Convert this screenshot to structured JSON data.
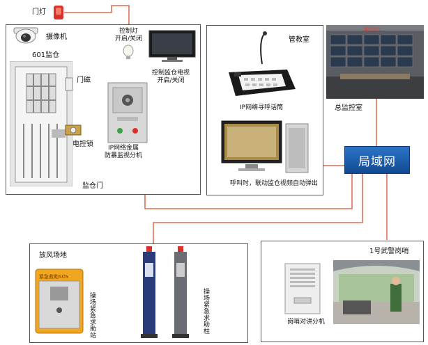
{
  "cell": {
    "name": "601监仓",
    "door_label": "监仓门",
    "items": {
      "door_light": "门灯",
      "camera": "摄像机",
      "control_light": "控制灯\n开启/关闭",
      "control_tv": "控制监仓电视\n开启/关闭",
      "door_sensor": "门磁",
      "electric_lock": "电控锁",
      "terminal": "IP网络金属\n防暴监视分机"
    }
  },
  "management": {
    "title": "管教室",
    "mic_label": "IP网络寻呼话筒",
    "note": "呼叫时，联动监仓视频自动弹出"
  },
  "monitor_room": {
    "title": "总监控室",
    "screen_banner": "监控中心"
  },
  "lan": {
    "label": "局域网"
  },
  "yard": {
    "title": "放风场地",
    "sos_banner": "紧急救助SOS",
    "station_label": "操场紧急求助站",
    "pillar_label": "操场紧急求助柱"
  },
  "guard": {
    "title": "1号武警岗哨",
    "intercom_label": "岗哨对讲分机"
  },
  "colors": {
    "line": "#d9502f",
    "frame": "#555555",
    "lan_top": "#2b74c7",
    "lan_bottom": "#124a92"
  }
}
